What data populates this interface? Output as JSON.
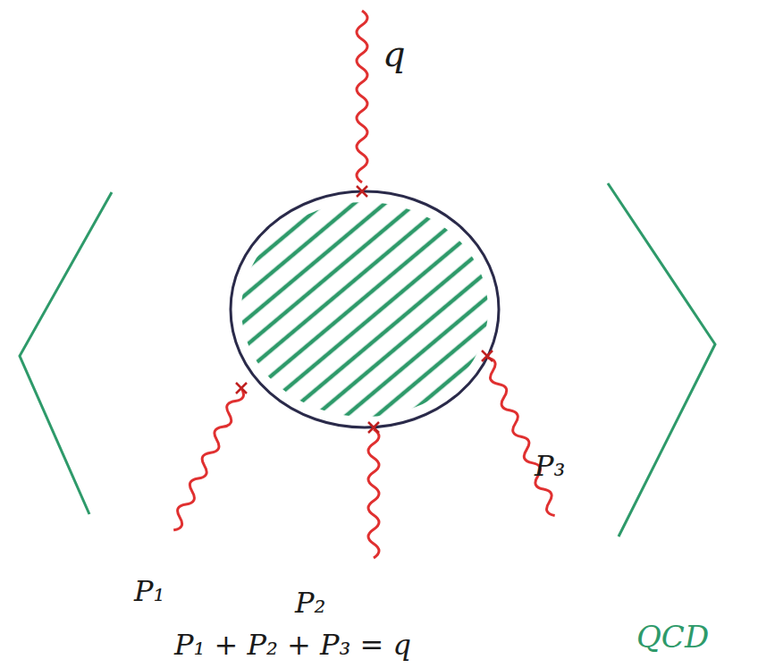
{
  "diagram": {
    "labels": [
      "q",
      "P₁",
      "P₂",
      "P₃",
      "QCD",
      "P₁ + P₂ + P₃ = q"
    ]
  }
}
